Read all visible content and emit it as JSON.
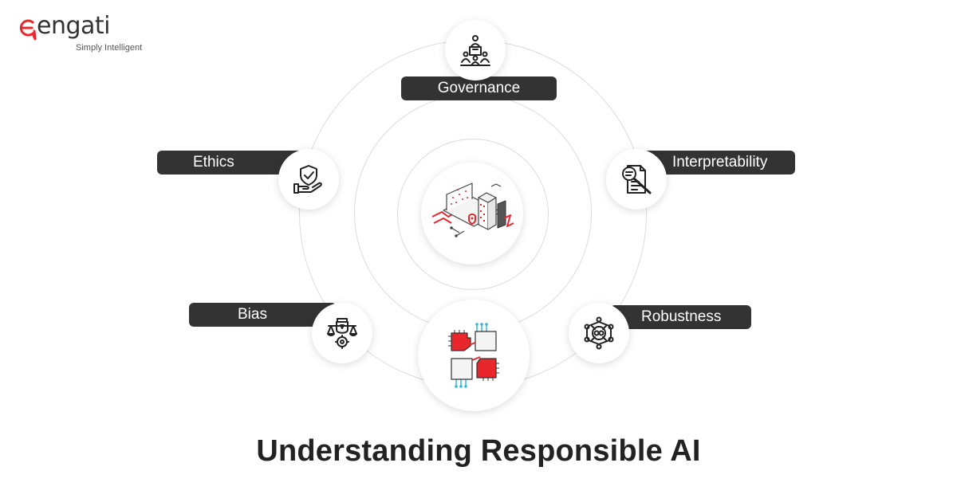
{
  "brand": {
    "name": "engati",
    "tagline": "Simply Intelligent"
  },
  "title": "Understanding Responsible AI",
  "pillars": {
    "governance": "Governance",
    "ethics": "Ethics",
    "interpretability": "Interpretability",
    "bias": "Bias",
    "robustness": "Robustness"
  },
  "icons": {
    "governance": "leadership-podium-icon",
    "ethics": "shield-hand-icon",
    "interpretability": "document-magnifier-icon",
    "bias": "scales-gear-icon",
    "robustness": "network-nodes-icon",
    "center": "isometric-server-icon",
    "bottom": "connected-chips-icon"
  },
  "colors": {
    "accent": "#e8262c",
    "pill": "#333333",
    "ring": "#dcdcdc",
    "teal": "#35b8d3"
  }
}
